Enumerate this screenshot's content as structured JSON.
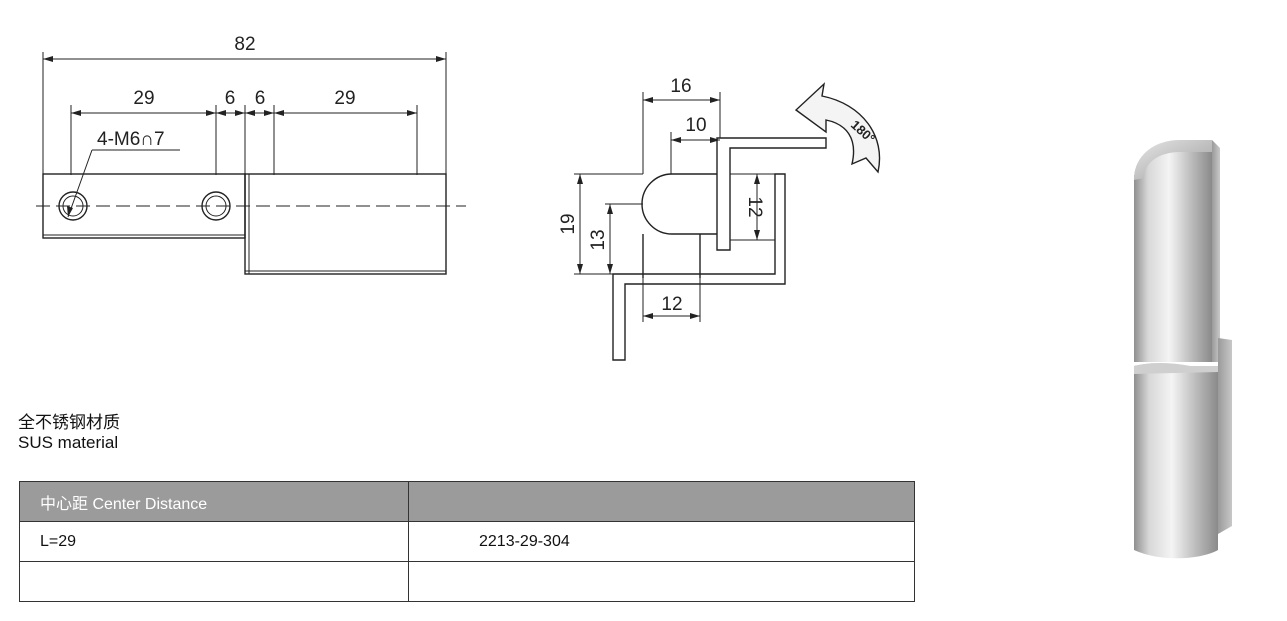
{
  "front_view": {
    "dims": {
      "total": "82",
      "left": "29",
      "gap_a": "6",
      "gap_b": "6",
      "right": "29"
    },
    "hole_callout": "4-M6∩7"
  },
  "side_view": {
    "dims": {
      "width_16": "16",
      "width_10": "10",
      "height_19": "19",
      "height_13": "13",
      "height_12": "12",
      "bottom_12": "12"
    },
    "rotation": "180°"
  },
  "material": {
    "cn": "全不锈钢材质",
    "en": "SUS  material"
  },
  "table": {
    "header": [
      "中心距 Center Distance",
      ""
    ],
    "rows": [
      [
        "L=29",
        "2213-29-304"
      ],
      [
        "",
        ""
      ]
    ]
  }
}
